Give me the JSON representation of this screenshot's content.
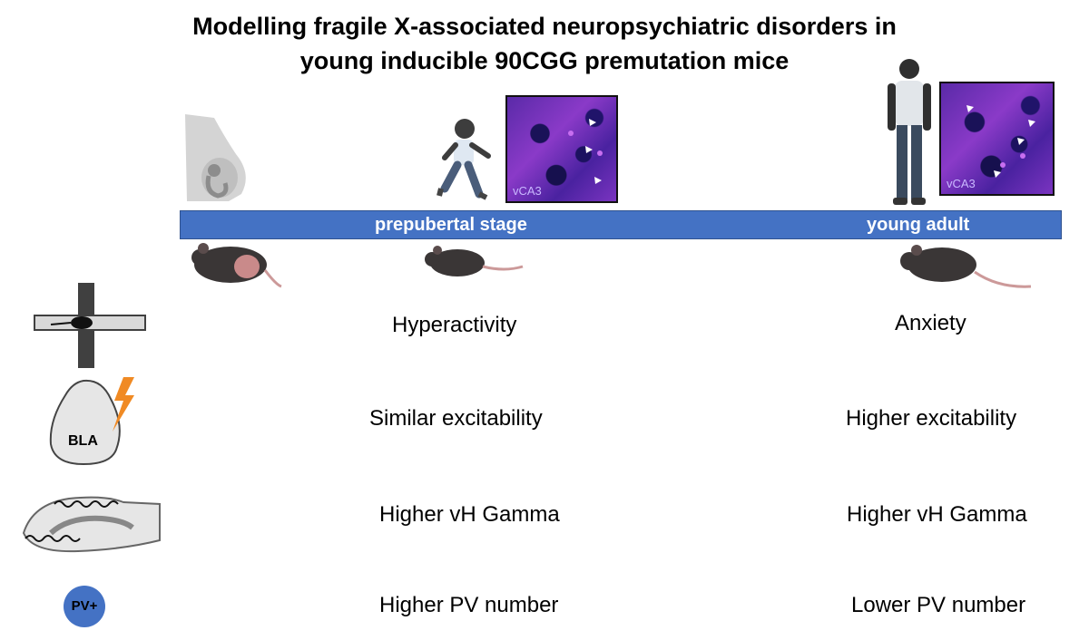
{
  "title": {
    "line1": "Modelling fragile X-associated neuropsychiatric disorders in",
    "line2": "young inducible 90CGG premutation mice"
  },
  "timeline": {
    "stage_prepubertal": "prepubertal stage",
    "stage_young_adult": "young adult",
    "color": "#4472c4"
  },
  "micrographs": {
    "left_label": "vCA3",
    "right_label": "vCA3"
  },
  "icons": {
    "bla_label": "BLA",
    "pv_label": "PV+"
  },
  "findings": {
    "row1": {
      "prepubertal": "Hyperactivity",
      "young_adult": "Anxiety"
    },
    "row2": {
      "prepubertal": "Similar excitability",
      "young_adult": "Higher excitability"
    },
    "row3": {
      "prepubertal": "Higher vH Gamma",
      "young_adult": "Higher vH Gamma"
    },
    "row4": {
      "prepubertal": "Higher PV number",
      "young_adult": "Lower PV number"
    }
  },
  "colors": {
    "mouse": "#3a3636",
    "pv_circle": "#4472c4",
    "lightning": "#f08a24"
  }
}
